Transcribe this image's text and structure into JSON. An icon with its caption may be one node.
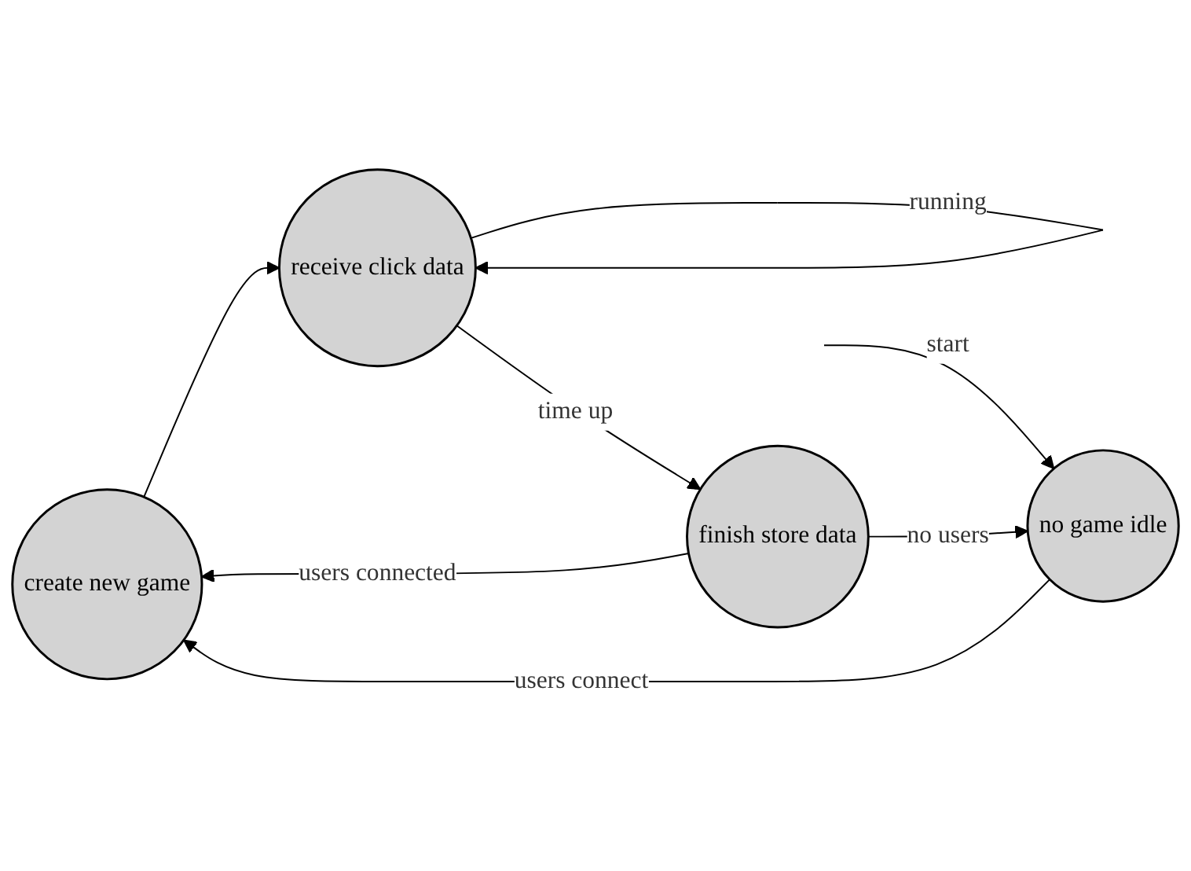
{
  "diagram": {
    "nodes": [
      {
        "text": [
          "create new game"
        ]
      },
      {
        "text": [
          "no game idle"
        ]
      },
      {
        "text": [
          "receive click data"
        ]
      },
      {
        "text": [
          "finish store data"
        ]
      }
    ],
    "edges": [
      {
        "from": null,
        "to": 1,
        "arrow": "to",
        "label": "start"
      },
      {
        "from": 1,
        "to": 0,
        "arrow": "to",
        "label": "users connect"
      },
      {
        "from": 0,
        "to": 2,
        "arrow": "to"
      },
      {
        "from": 2,
        "to": 2,
        "arrow": "to",
        "label": "running"
      },
      {
        "from": 2,
        "to": 3,
        "arrow": "to",
        "label": "time up"
      },
      {
        "from": 3,
        "to": 1,
        "arrow": "to",
        "label": "no users"
      },
      {
        "from": 3,
        "to": 0,
        "arrow": "to",
        "label": "users connected"
      }
    ]
  }
}
